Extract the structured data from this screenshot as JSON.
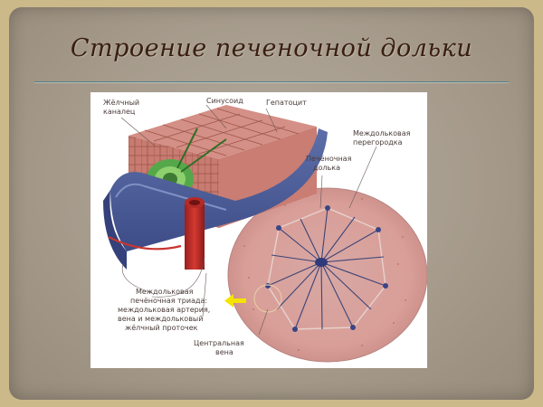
{
  "slide": {
    "title": "Строение печеночной дольки"
  },
  "labels": {
    "bile_canaliculus_l1": "Жёлчный",
    "bile_canaliculus_l2": "каналец",
    "sinusoid": "Синусоид",
    "hepatocyte": "Гепатоцит",
    "interlobular_septum_l1": "Междольковая",
    "interlobular_septum_l2": "перегородка",
    "hepatic_lobule_l1": "Печёночная",
    "hepatic_lobule_l2": "долька",
    "triad_l1": "Междольковая",
    "triad_l2": "печёночная триада:",
    "triad_l3": "междольковая артерия,",
    "triad_l4": "вена и междольковый",
    "triad_l5": "жёлчный проточек",
    "central_vein_l1": "Центральная",
    "central_vein_l2": "вена"
  },
  "colors": {
    "title": "#3a1e12",
    "rule": "#4c7f8a",
    "frame": "#cbb98a",
    "slide_bg": "#a39888",
    "arrow": "#f5e300"
  }
}
